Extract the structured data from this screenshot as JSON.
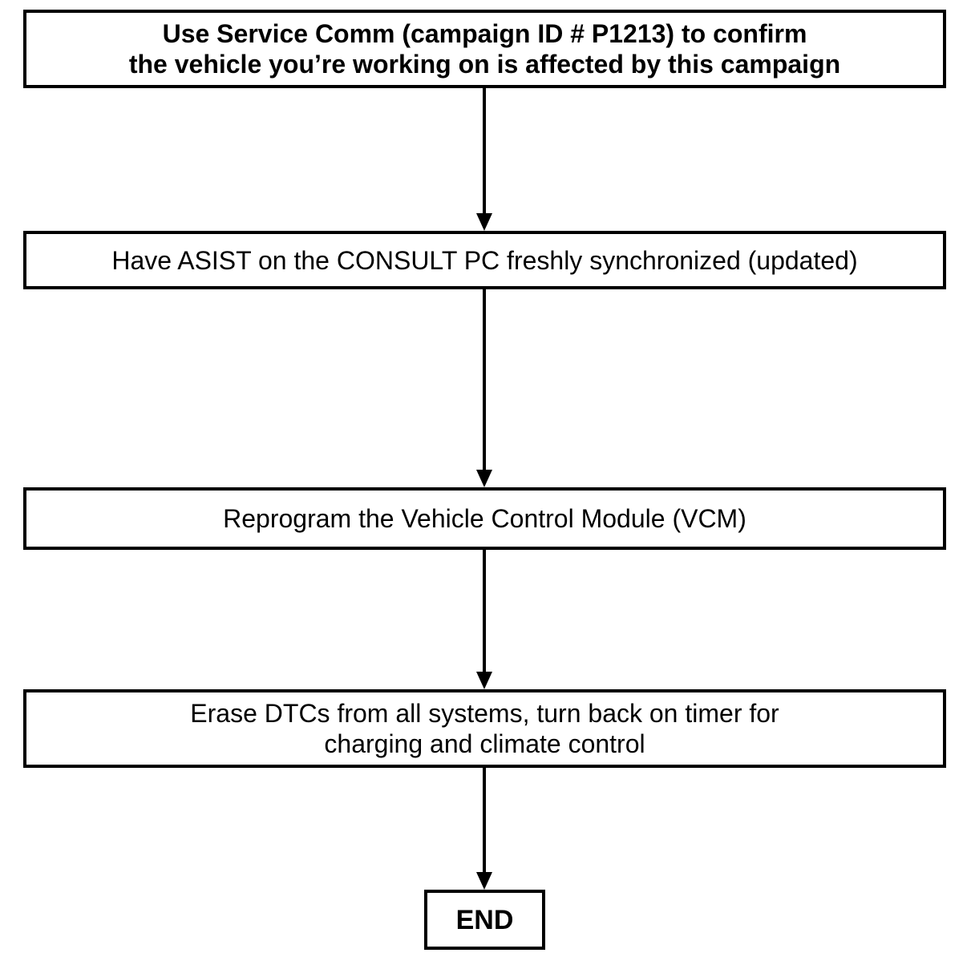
{
  "page": {
    "background_color": "#ffffff",
    "line_color": "#000000",
    "text_color": "#000000"
  },
  "diagram": {
    "type": "flowchart",
    "direction": "top-down",
    "nodes": [
      {
        "id": "confirm-campaign",
        "label": "Use Service Comm (campaign ID # P1213) to confirm\nthe vehicle you’re working on is affected by this campaign",
        "emphasis": "bold"
      },
      {
        "id": "sync-asist",
        "label": "Have ASIST on the CONSULT PC freshly synchronized (updated)",
        "emphasis": "normal"
      },
      {
        "id": "reprogram-vcm",
        "label": "Reprogram the Vehicle Control Module (VCM)",
        "emphasis": "normal"
      },
      {
        "id": "erase-dtcs",
        "label": "Erase DTCs from all systems, turn back on timer for\ncharging and climate control",
        "emphasis": "normal"
      },
      {
        "id": "end",
        "label": "END",
        "emphasis": "bold"
      }
    ],
    "edges": [
      {
        "from": "confirm-campaign",
        "to": "sync-asist",
        "style": "arrow-down"
      },
      {
        "from": "sync-asist",
        "to": "reprogram-vcm",
        "style": "arrow-down"
      },
      {
        "from": "reprogram-vcm",
        "to": "erase-dtcs",
        "style": "arrow-down"
      },
      {
        "from": "erase-dtcs",
        "to": "end",
        "style": "arrow-down"
      }
    ]
  }
}
